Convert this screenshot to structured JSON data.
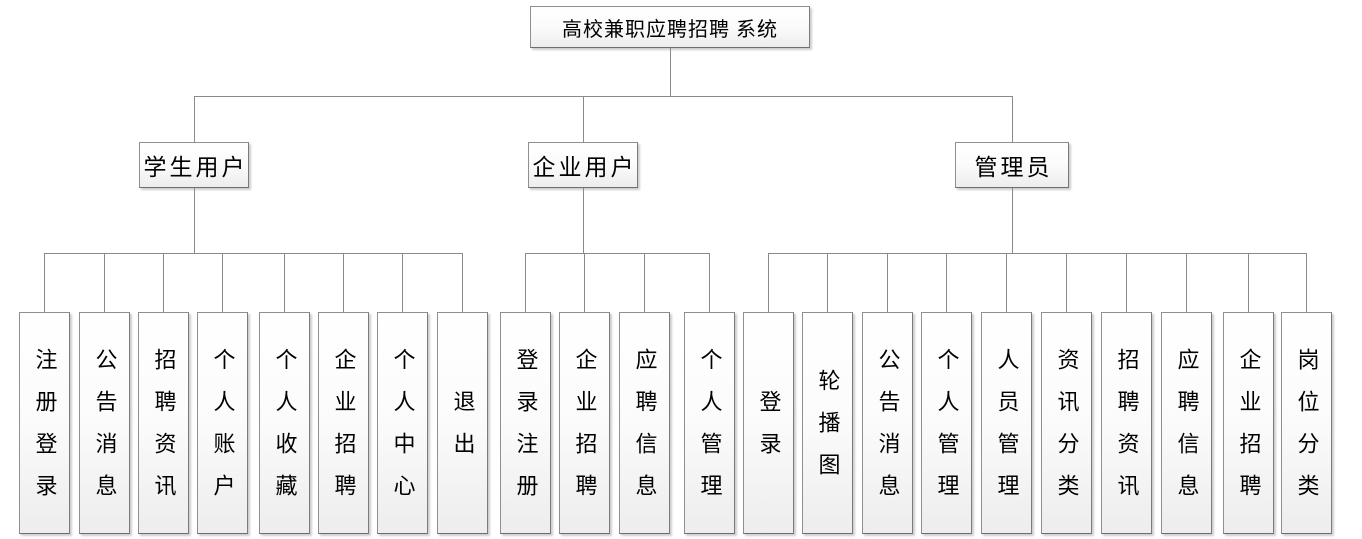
{
  "diagram": {
    "title": "高校兼职应聘招聘 系统",
    "branches": [
      {
        "label": "学生用户",
        "children": [
          "注册登录",
          "公告消息",
          "招聘资讯",
          "个人账户",
          "个人收藏",
          "企业招聘",
          "个人中心",
          "退出"
        ]
      },
      {
        "label": "企业用户",
        "children": [
          "登录注册",
          "企业招聘",
          "应聘信息",
          "个人管理"
        ]
      },
      {
        "label": "管理员",
        "children": [
          "登录",
          "轮播图",
          "公告消息",
          "个人管理",
          "人员管理",
          "资讯分类",
          "招聘资讯",
          "应聘信息",
          "企业招聘",
          "岗位分类"
        ]
      }
    ]
  },
  "colors": {
    "line": "#8a8a8a",
    "node_border": "#8f8f8f",
    "node_bg_top": "#ffffff",
    "node_bg_bottom": "#ededed",
    "text": "#000000",
    "background": "#ffffff"
  }
}
